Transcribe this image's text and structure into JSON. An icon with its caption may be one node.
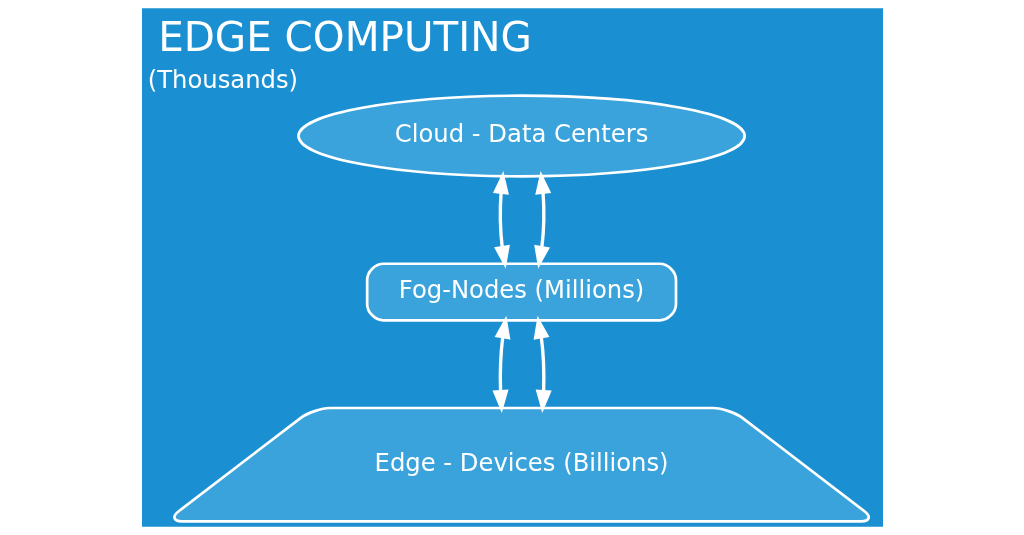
{
  "diagram": {
    "title": "EDGE COMPUTING",
    "nodes": [
      {
        "text": [
          "Cloud - Data Centers"
        ],
        "beside": [
          "(Thousands)"
        ]
      },
      {
        "text": [
          "Fog-Nodes (Millions)"
        ]
      },
      {
        "text": [
          "Edge - Devices (Billions)"
        ]
      }
    ],
    "edges": [
      {
        "from": 0,
        "to": 1,
        "arrow": "both"
      },
      {
        "from": 0,
        "to": 1,
        "arrow": "both"
      },
      {
        "from": 1,
        "to": 2,
        "arrow": "both"
      },
      {
        "from": 1,
        "to": 2,
        "arrow": "both"
      }
    ]
  }
}
